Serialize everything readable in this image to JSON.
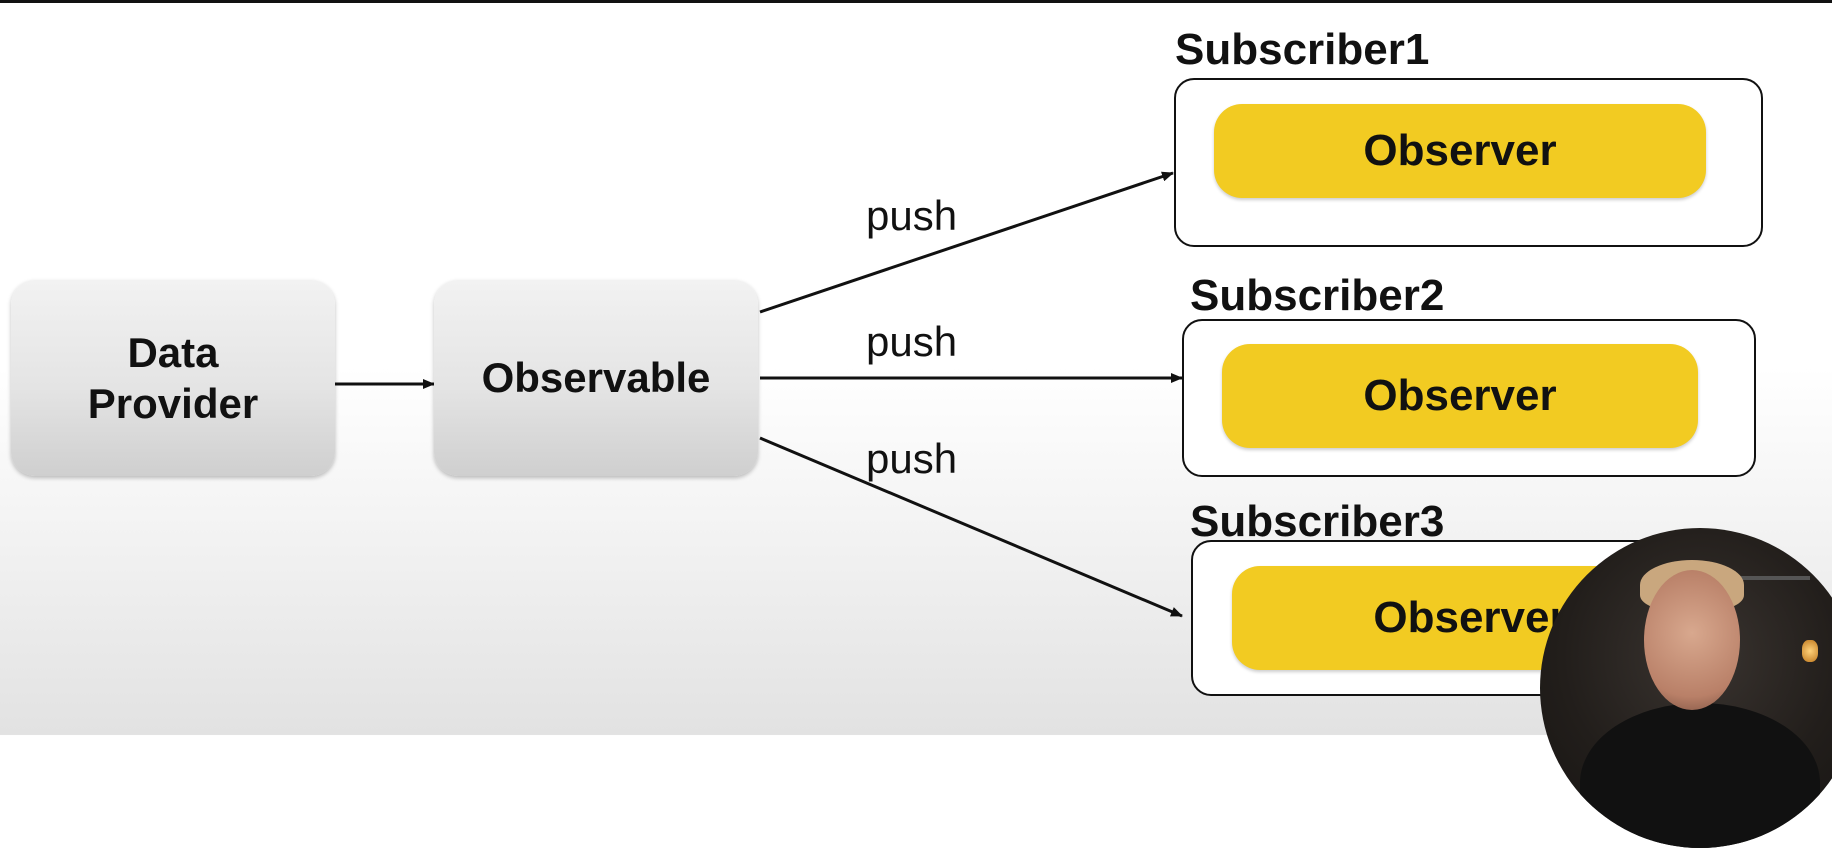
{
  "nodes": {
    "data_provider": "Data\nProvider",
    "observable": "Observable"
  },
  "subscribers": [
    {
      "title": "Subscriber1",
      "observer": "Observer"
    },
    {
      "title": "Subscriber2",
      "observer": "Observer"
    },
    {
      "title": "Subscriber3",
      "observer": "Observer"
    }
  ],
  "edges": [
    {
      "label": "push"
    },
    {
      "label": "push"
    },
    {
      "label": "push"
    }
  ],
  "colors": {
    "observer_fill": "#f2cb22",
    "box_gray": "#e4e4e4",
    "line": "#111111"
  },
  "overlay": {
    "type": "presenter-webcam"
  }
}
